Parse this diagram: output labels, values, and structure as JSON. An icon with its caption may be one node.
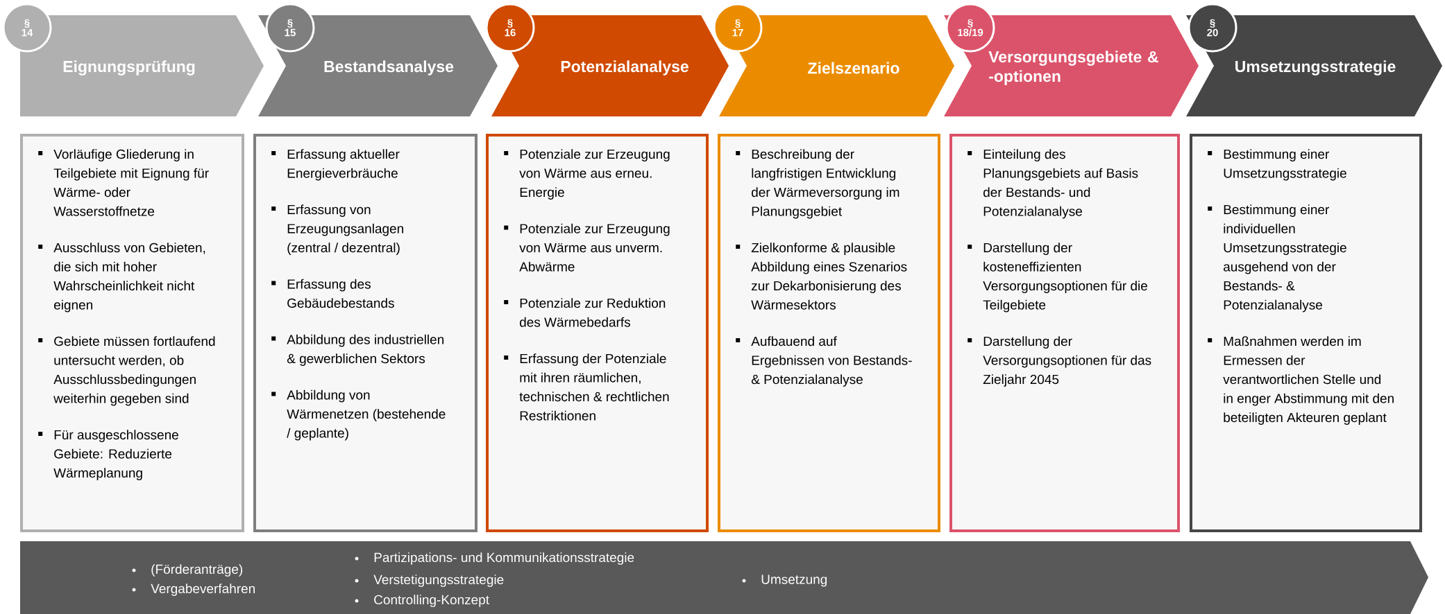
{
  "diagram": {
    "nodes": [
      {
        "text": [
          "§",
          "14"
        ]
      },
      {
        "text": [
          "Eignungsprüfung"
        ]
      },
      {
        "text": [
          "§",
          "15"
        ]
      },
      {
        "text": [
          "Bestandsanalyse"
        ]
      },
      {
        "text": [
          "§",
          "16"
        ]
      },
      {
        "text": [
          "Potenzialanalyse"
        ]
      },
      {
        "text": [
          "§",
          "17"
        ]
      },
      {
        "text": [
          "Zielszenario"
        ]
      },
      {
        "text": [
          "§",
          "18/19"
        ]
      },
      {
        "text": [
          "Versorgungsgebiete & -optionen"
        ]
      },
      {
        "text": [
          "§",
          "20"
        ]
      },
      {
        "text": [
          "Umsetzungsstrategie"
        ]
      },
      {
        "text": [
          "Vorläufige Gliederung in Teilgebiete mit Eignung für Wärme- oder Wasserstoffnetze",
          "Ausschluss von Gebieten, die sich mit hoher Wahrscheinlichkeit nicht eignen",
          "Gebiete müssen fortlaufend untersucht werden, ob Ausschlussbedingungen weiterhin gegeben sind",
          "Für ausgeschlossene Gebiete: Reduzierte Wärmeplanung"
        ]
      },
      {
        "text": [
          "Erfassung aktueller Energieverbräuche",
          "Erfassung von Erzeugungsanlagen (zentral / dezentral)",
          "Erfassung des Gebäudebestands",
          "Abbildung des industriellen & gewerblichen Sektors",
          "Abbildung von Wärmenetzen (bestehende / geplante)"
        ]
      },
      {
        "text": [
          "Potenziale zur Erzeugung von Wärme aus erneu. Energie",
          "Potenziale zur Erzeugung von Wärme aus unverm. Abwärme",
          "Potenziale zur Reduktion des Wärmebedarfs",
          "Erfassung der Potenziale mit ihren räumlichen, technischen & rechtlichen Restriktionen"
        ]
      },
      {
        "text": [
          "Beschreibung der langfristigen Entwicklung der Wärmeversorgung im Planungsgebiet",
          "Zielkonforme & plausible Abbildung eines Szenarios zur Dekarbonisierung des Wärmesektors",
          "Aufbauend auf Ergebnissen von Bestands- & Potenzialanalyse"
        ]
      },
      {
        "text": [
          "Einteilung des Planungsgebiets auf Basis der Bestands- und Potenzialanalyse",
          "Darstellung der kosteneffizienten Versorgungsoptionen für die Teilgebiete",
          "Darstellung der Versorgungsoptionen für das Zieljahr 2045"
        ]
      },
      {
        "text": [
          "Bestimmung einer Umsetzungsstrategie",
          "Bestimmung einer individuellen Umsetzungsstrategie ausgehend von der Bestands- & Potenzialanalyse",
          "Maßnahmen werden im Ermessen der verantwortlichen Stelle und in enger Abstimmung mit den beteiligten Akteuren geplant"
        ]
      },
      {
        "text": [
          "(Förderanträge)",
          "Vergabeverfahren",
          "Partizipations- und Kommunikationsstrategie",
          "Verstetigungsstrategie",
          "Controlling-Konzept",
          "Umsetzung"
        ]
      }
    ]
  }
}
